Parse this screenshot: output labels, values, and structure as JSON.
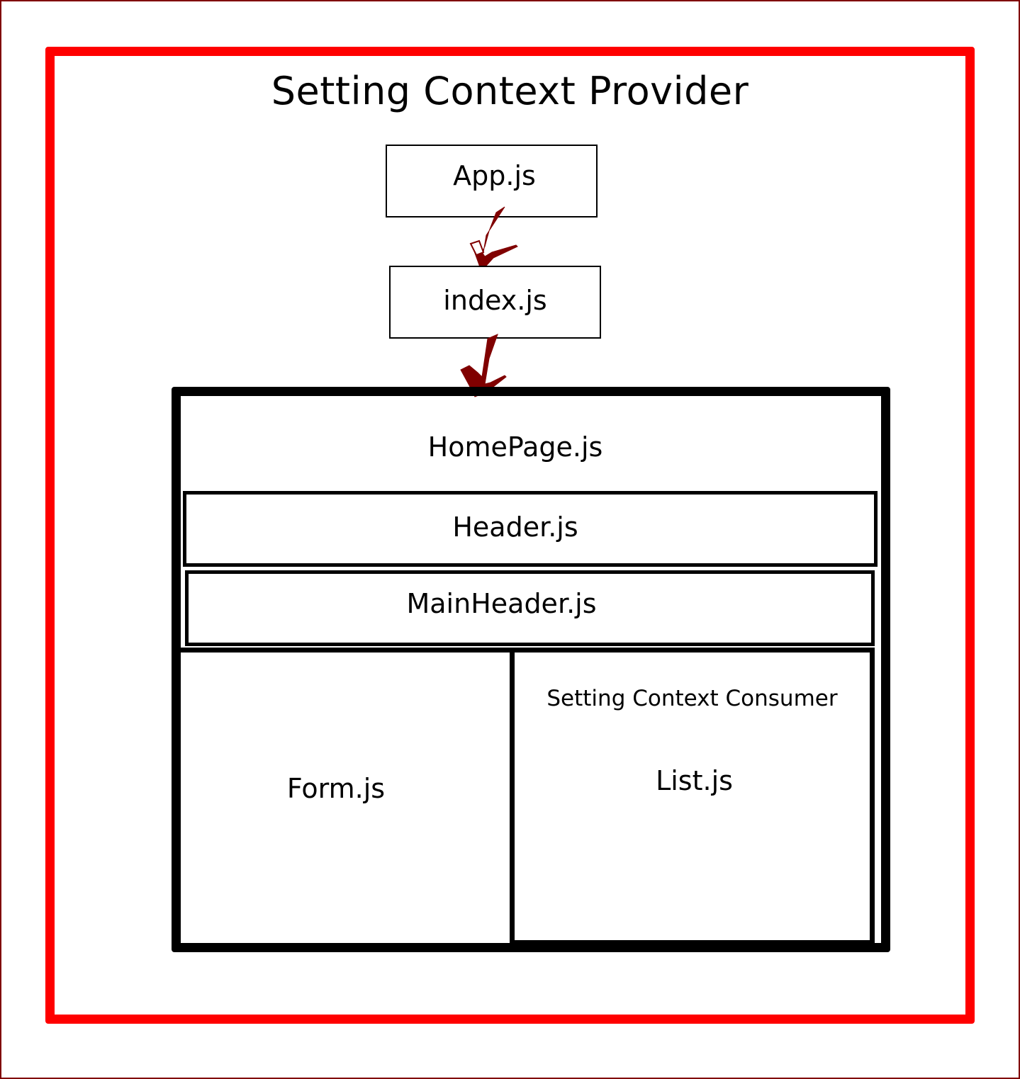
{
  "diagram": {
    "title": "Setting Context Provider",
    "nodes": {
      "app": "App.js",
      "index": "index.js",
      "homepage": "HomePage.js",
      "header": "Header.js",
      "mainheader": "MainHeader.js",
      "form": "Form.js",
      "consumer": "Setting Context Consumer",
      "list": "List.js"
    },
    "edges": [
      {
        "from": "App.js",
        "to": "index.js"
      },
      {
        "from": "index.js",
        "to": "HomePage.js"
      }
    ]
  },
  "colors": {
    "provider_border": "#ff0000",
    "outer_border": "#800000",
    "arrow": "#800000",
    "box_border": "#000000"
  }
}
